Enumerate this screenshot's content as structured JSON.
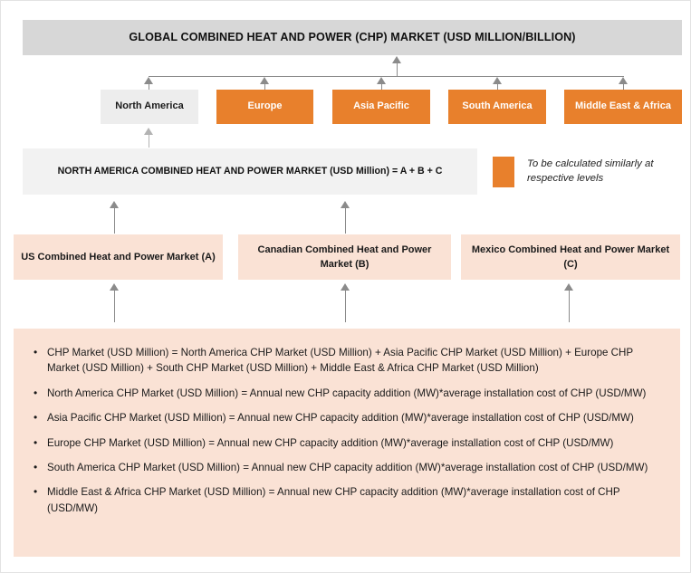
{
  "title": {
    "text": "GLOBAL COMBINED HEAT AND POWER (CHP) MARKET (USD MILLION/BILLION)"
  },
  "colors": {
    "orange": "#E8802C",
    "title_grey": "#D7D7D7",
    "box_grey": "#EDEDED",
    "panel_peach": "#FAE2D5",
    "connector_grey": "#8B8B8B"
  },
  "regions": [
    {
      "label": "North America",
      "style": "grey"
    },
    {
      "label": "Europe",
      "style": "orange"
    },
    {
      "label": "Asia Pacific",
      "style": "orange"
    },
    {
      "label": "South America",
      "style": "orange"
    },
    {
      "label": "Middle East & Africa",
      "style": "orange"
    }
  ],
  "na_market": {
    "label": "NORTH AMERICA COMBINED HEAT AND POWER MARKET (USD Million)  = A + B + C"
  },
  "legend": {
    "swatch_color": "#E8802C",
    "text": "To be calculated similarly at respective levels"
  },
  "countries": [
    {
      "label": "US Combined Heat and Power Market (A)"
    },
    {
      "label": "Canadian Combined Heat and Power Market (B)"
    },
    {
      "label": "Mexico Combined Heat and Power Market (C)"
    }
  ],
  "formulas": [
    "CHP Market (USD Million) = North America CHP Market (USD Million) + Asia Pacific CHP Market (USD Million) + Europe CHP Market (USD Million) + South CHP Market (USD Million) + Middle East & Africa CHP Market (USD Million)",
    "North America CHP Market (USD Million) = Annual new CHP capacity addition (MW)*average installation cost of CHP (USD/MW)",
    "Asia Pacific CHP Market (USD Million) = Annual new CHP capacity addition (MW)*average installation cost of CHP (USD/MW)",
    "Europe CHP Market (USD Million) = Annual new CHP capacity addition (MW)*average installation cost of CHP (USD/MW)",
    "South America CHP Market (USD Million) = Annual new CHP capacity addition (MW)*average installation cost of CHP (USD/MW)",
    "Middle East & Africa CHP Market (USD Million) = Annual new CHP capacity addition (MW)*average installation cost of CHP (USD/MW)"
  ]
}
